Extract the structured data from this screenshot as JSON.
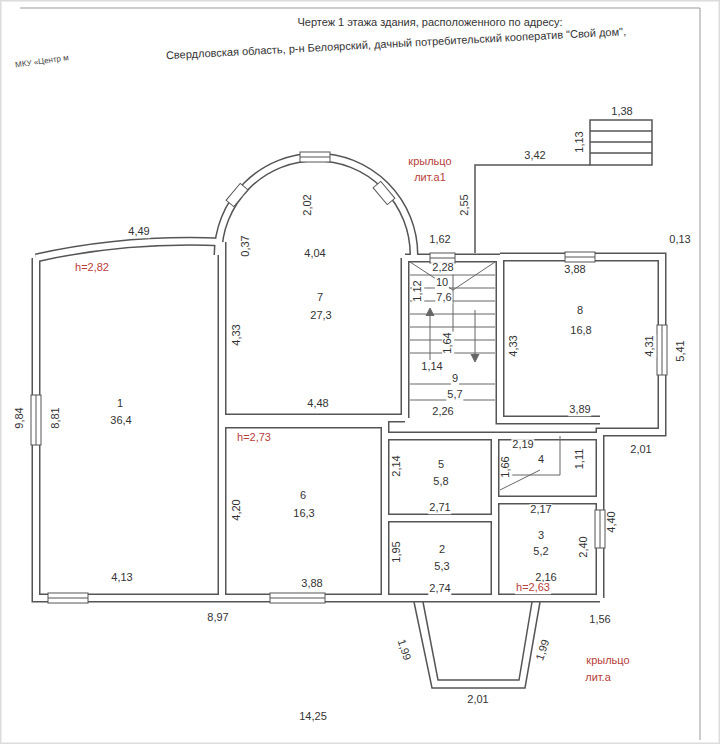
{
  "diagram": {
    "title": "Чертеж 1 этажа здания, расположенного по адресу:",
    "labels": [
      "МКУ «Центр м",
      "Свердловская область, р-н Белоярский, дачный потребительский кооператив \"Свой дом\",",
      "крыльцо",
      "лит.а1",
      "3,42",
      "1,38",
      "1,13",
      "2,55",
      "2,02",
      "4,49",
      "0,37",
      "4,04",
      "1,62",
      "0,13",
      "h=2,82",
      "2,28",
      "10",
      "7,6",
      "3,88",
      "1,12",
      "7",
      "27,3",
      "8",
      "16,8",
      "4,33",
      "1,64",
      "4,33",
      "4,31",
      "5,41",
      "1,14",
      "9",
      "5,7",
      "1",
      "36,4",
      "9,84",
      "8,81",
      "4,48",
      "2,26",
      "3,89",
      "h=2,73",
      "2,19",
      "2,01",
      "1,11",
      "2,14",
      "5",
      "5,8",
      "1,66",
      "4",
      "6",
      "16,3",
      "4,20",
      "2,71",
      "2,17",
      "4,40",
      "3",
      "5,2",
      "2,40",
      "2",
      "5,3",
      "1,95",
      "4,13",
      "2,16",
      "3,88",
      "2,74",
      "h=2,63",
      "8,97",
      "1,56",
      "1,99",
      "1,99",
      "крыльцо",
      "лит.а",
      "2,01",
      "14,25"
    ]
  }
}
